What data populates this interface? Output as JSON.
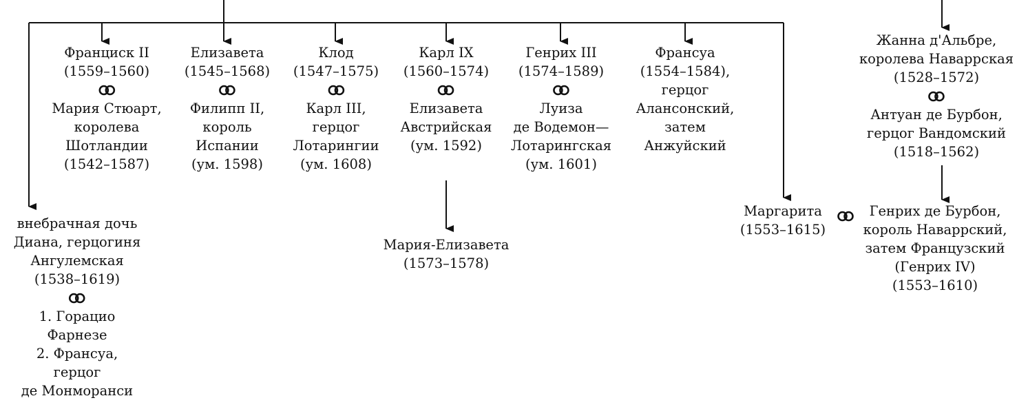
{
  "marriage_symbol": "marriage-rings-icon",
  "colors": {
    "ink": "#111111",
    "background": "#ffffff"
  },
  "nodes": {
    "francis": {
      "person": [
        "Франциск II",
        "(1559–1560)"
      ],
      "spouse": [
        "Мария Стюарт,",
        "королева",
        "Шотландии",
        "(1542–1587)"
      ]
    },
    "elizabeth": {
      "person": [
        "Елизавета",
        "(1545–1568)"
      ],
      "spouse": [
        "Филипп II,",
        "король",
        "Испании",
        "(ум. 1598)"
      ]
    },
    "claude": {
      "person": [
        "Клод",
        "(1547–1575)"
      ],
      "spouse": [
        "Карл III,",
        "герцог",
        "Лотарингии",
        "(ум. 1608)"
      ]
    },
    "charles": {
      "person": [
        "Карл IX",
        "(1560–1574)"
      ],
      "spouse": [
        "Елизавета",
        "Австрийская",
        "(ум. 1592)"
      ]
    },
    "henry3": {
      "person": [
        "Генрих III",
        "(1574–1589)"
      ],
      "spouse": [
        "Луиза",
        "де Водемон—",
        "Лотарингская",
        "(ум. 1601)"
      ]
    },
    "francois": {
      "person": [
        "Франсуа",
        "(1554–1584),",
        "герцог",
        "Алансонский,",
        "затем",
        "Анжуйский"
      ]
    },
    "jeanne": {
      "person": [
        "Жанна д'Альбре,",
        "королева Наваррская",
        "(1528–1572)"
      ],
      "spouse": [
        "Антуан де Бурбон,",
        "герцог Вандомский",
        "(1518–1562)"
      ]
    },
    "diane": {
      "person": [
        "внебрачная дочь",
        "Диана, герцогиня",
        "Ангулемская",
        "(1538–1619)"
      ],
      "spouse": [
        "1. Горацио",
        "Фарнезе",
        "2. Франсуа,",
        "герцог",
        "де Монморанси"
      ]
    },
    "marie_elisabeth": {
      "person": [
        "Мария-Елизавета",
        "(1573–1578)"
      ]
    },
    "margaret": {
      "person": [
        "Маргарита",
        "(1553–1615)"
      ]
    },
    "henry4": {
      "person": [
        "Генрих де Бурбон,",
        "король Наваррский,",
        "затем Французский",
        "(Генрих IV)",
        "(1553–1610)"
      ]
    }
  }
}
